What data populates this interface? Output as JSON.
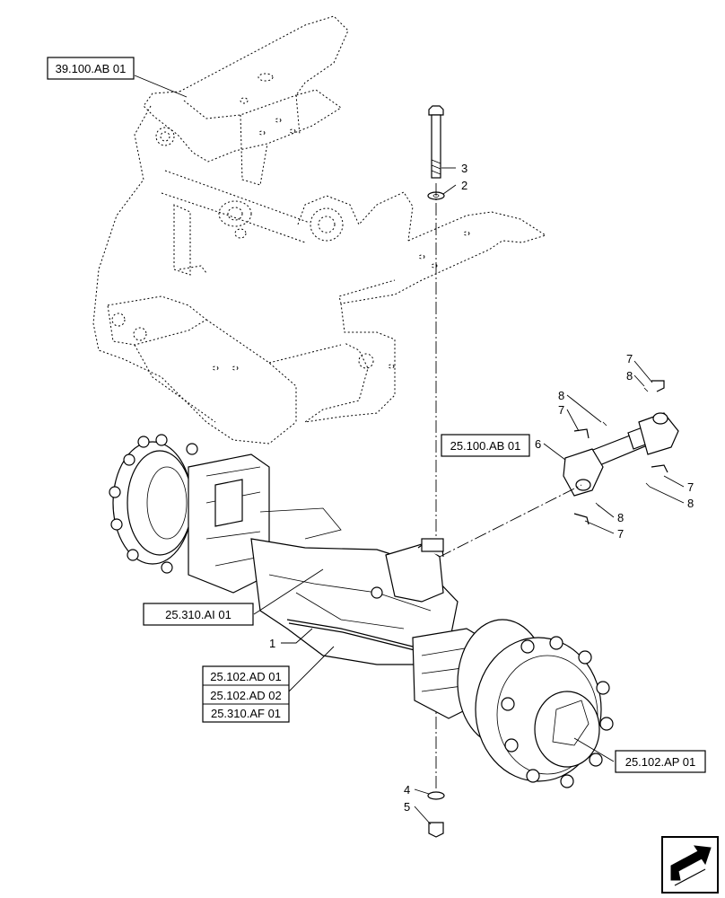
{
  "references": {
    "frame": "39.100.AB 01",
    "driveshaft": "25.100.AB 01",
    "axle_label": "25.310.AI 01",
    "axle_group": [
      "25.102.AD 01",
      "25.102.AD 02",
      "25.310.AF 01"
    ],
    "hub": "25.102.AP 01"
  },
  "callouts": {
    "c1": "1",
    "c2": "2",
    "c3": "3",
    "c4": "4",
    "c5": "5",
    "c6": "6",
    "c7a": "7",
    "c7b": "7",
    "c7c": "7",
    "c7d": "7",
    "c8a": "8",
    "c8b": "8",
    "c8c": "8",
    "c8d": "8"
  },
  "icons": {
    "nav": "next-page-arrow-icon"
  }
}
